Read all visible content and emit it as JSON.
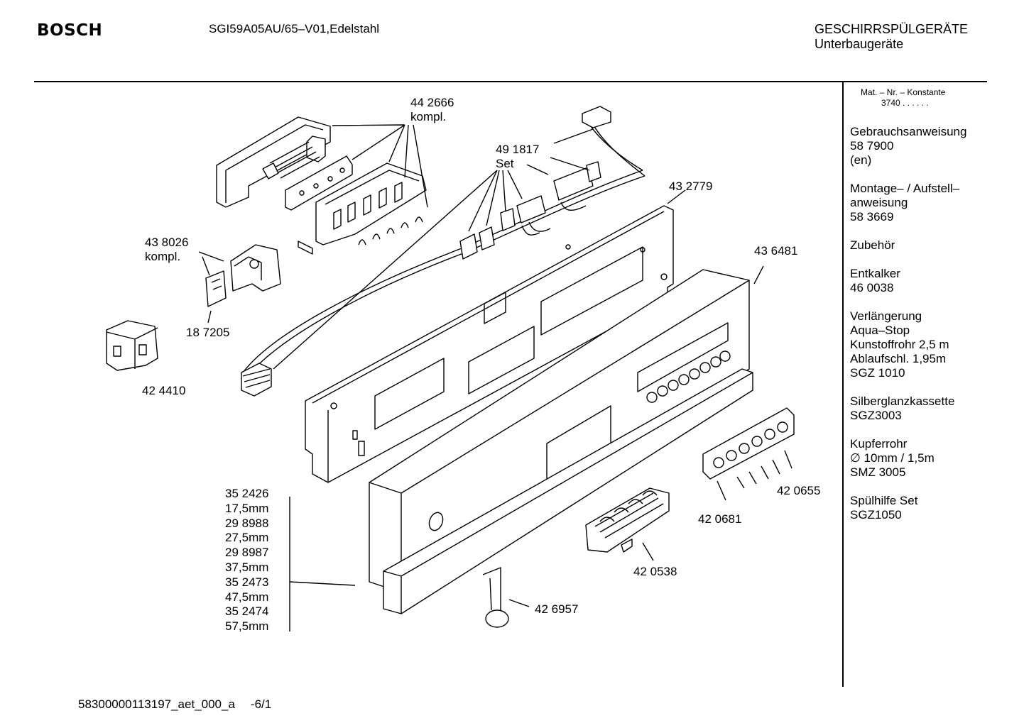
{
  "header": {
    "brand": "BOSCH",
    "model": "SGI59A05AU/65–V01,Edelstahl",
    "category_line1": "GESCHIRRSPÜLGERÄTE",
    "category_line2": "Unterbaugeräte"
  },
  "sidebar": {
    "mat_label": "Mat. – Nr. – Konstante",
    "mat_code": "3740  .  .  .  .  .  .",
    "groups": [
      {
        "lines": [
          "Gebrauchsanweisung",
          "58 7900",
          "(en)"
        ]
      },
      {
        "lines": [
          "Montage– / Aufstell–",
          "anweisung",
          "58 3669"
        ]
      },
      {
        "lines": [
          "Zubehör"
        ]
      },
      {
        "lines": [
          "Entkalker",
          "46 0038"
        ]
      },
      {
        "lines": [
          "Verlängerung",
          "Aqua–Stop",
          "Kunstoffrohr 2,5 m",
          "Ablaufschl. 1,95m",
          "SGZ 1010"
        ]
      },
      {
        "lines": [
          "Silberglanzkassette",
          "SGZ3003"
        ]
      },
      {
        "lines": [
          "Kupferrohr",
          "∅ 10mm / 1,5m",
          "SMZ 3005"
        ]
      },
      {
        "lines": [
          "Spülhilfe Set",
          "SGZ1050"
        ]
      }
    ]
  },
  "parts": {
    "p442666": {
      "number": "44 2666",
      "note": "kompl."
    },
    "p491817": {
      "number": "49 1817",
      "note": "Set"
    },
    "p432779": {
      "number": "43 2779"
    },
    "p438026": {
      "number": "43 8026",
      "note": "kompl."
    },
    "p436481": {
      "number": "43 6481"
    },
    "p187205": {
      "number": "18 7205"
    },
    "p424410": {
      "number": "42 4410"
    },
    "p420655": {
      "number": "42 0655"
    },
    "p420681": {
      "number": "42 0681"
    },
    "p420538": {
      "number": "42 0538"
    },
    "p426957": {
      "number": "42 6957"
    },
    "handle_variants": [
      "35 2426",
      "17,5mm",
      "29 8988",
      "27,5mm",
      "29 8987",
      "37,5mm",
      "35 2473",
      "47,5mm",
      "35 2474",
      "57,5mm"
    ]
  },
  "footer": {
    "doc_id": "58300000113197_aet_000_a",
    "page": "-6/1"
  }
}
